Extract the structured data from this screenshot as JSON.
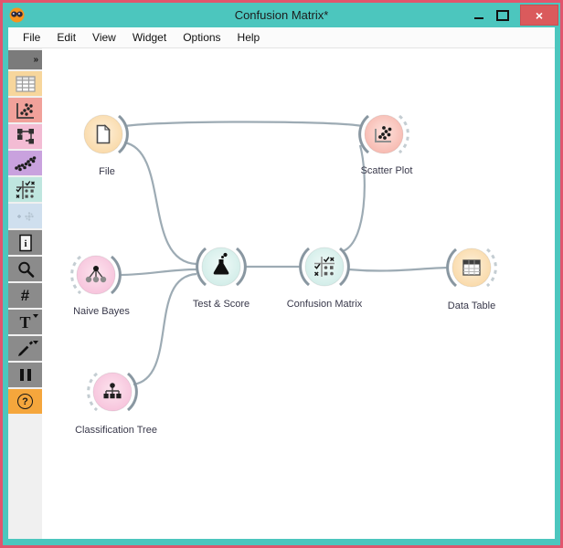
{
  "window": {
    "title": "Confusion Matrix*",
    "close_glyph": "×"
  },
  "menu": {
    "items": [
      "File",
      "Edit",
      "View",
      "Widget",
      "Options",
      "Help"
    ]
  },
  "toolbox": {
    "expand_glyph": "»",
    "categories": [
      {
        "icon": "table-grid-icon",
        "color": "#f7d69c"
      },
      {
        "icon": "scatter-plot-icon",
        "color": "#f1a19a"
      },
      {
        "icon": "tree-model-icon",
        "color": "#f3bcd4"
      },
      {
        "icon": "cluster-dots-icon",
        "color": "#c9a2de"
      },
      {
        "icon": "confusion-matrix-icon",
        "color": "#bfe6df"
      },
      {
        "icon": "faint-prototypes-icon",
        "color": "#cfdfee"
      }
    ],
    "tools": [
      {
        "icon": "document-info-icon"
      },
      {
        "icon": "magnifier-icon"
      },
      {
        "icon": "hash-grid-icon",
        "glyph": "#"
      },
      {
        "icon": "text-tool-icon",
        "glyph": "T"
      },
      {
        "icon": "pen-arrow-icon"
      },
      {
        "icon": "pause-icon"
      },
      {
        "icon": "help-icon",
        "glyph": "?"
      }
    ]
  },
  "workflow": {
    "nodes": [
      {
        "label": "File"
      },
      {
        "label": "Scatter Plot"
      },
      {
        "label": "Naive Bayes"
      },
      {
        "label": "Test & Score"
      },
      {
        "label": "Confusion Matrix"
      },
      {
        "label": "Data Table"
      },
      {
        "label": "Classification Tree"
      }
    ],
    "links": [
      {
        "from": "File",
        "to": "Scatter Plot"
      },
      {
        "from": "File",
        "to": "Test & Score"
      },
      {
        "from": "Naive Bayes",
        "to": "Test & Score"
      },
      {
        "from": "Classification Tree",
        "to": "Test & Score"
      },
      {
        "from": "Test & Score",
        "to": "Confusion Matrix"
      },
      {
        "from": "Confusion Matrix",
        "to": "Scatter Plot"
      },
      {
        "from": "Confusion Matrix",
        "to": "Data Table"
      }
    ]
  },
  "colors": {
    "frame": "#e2556d",
    "titlebar": "#4cc6be",
    "close_button": "#da5a5c",
    "link": "#9dabb4",
    "node_data": "#f9d6a1",
    "node_visualize": "#f6b3a9",
    "node_model": "#f6bed9",
    "node_evaluate": "#cdebe6"
  }
}
